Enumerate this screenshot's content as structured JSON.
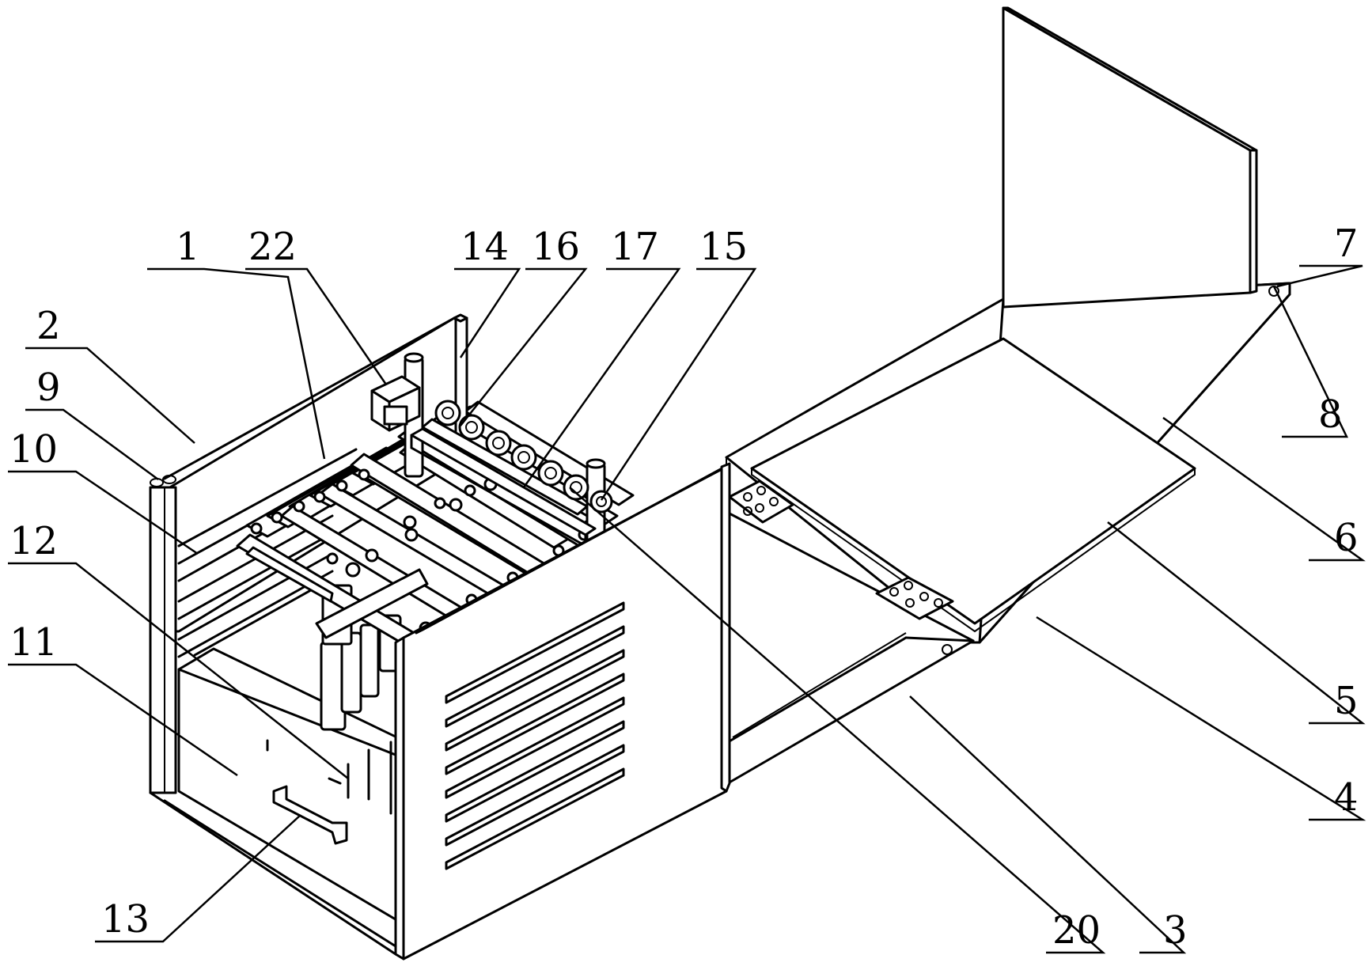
{
  "labels": [
    {
      "id": "1",
      "text": "1"
    },
    {
      "id": "2",
      "text": "2"
    },
    {
      "id": "3",
      "text": "3"
    },
    {
      "id": "4",
      "text": "4"
    },
    {
      "id": "5",
      "text": "5"
    },
    {
      "id": "6",
      "text": "6"
    },
    {
      "id": "7",
      "text": "7"
    },
    {
      "id": "8",
      "text": "8"
    },
    {
      "id": "9",
      "text": "9"
    },
    {
      "id": "10",
      "text": "10"
    },
    {
      "id": "11",
      "text": "11"
    },
    {
      "id": "12",
      "text": "12"
    },
    {
      "id": "13",
      "text": "13"
    },
    {
      "id": "14",
      "text": "14"
    },
    {
      "id": "15",
      "text": "15"
    },
    {
      "id": "16",
      "text": "16"
    },
    {
      "id": "17",
      "text": "17"
    },
    {
      "id": "20",
      "text": "20"
    },
    {
      "id": "22",
      "text": "22"
    }
  ]
}
